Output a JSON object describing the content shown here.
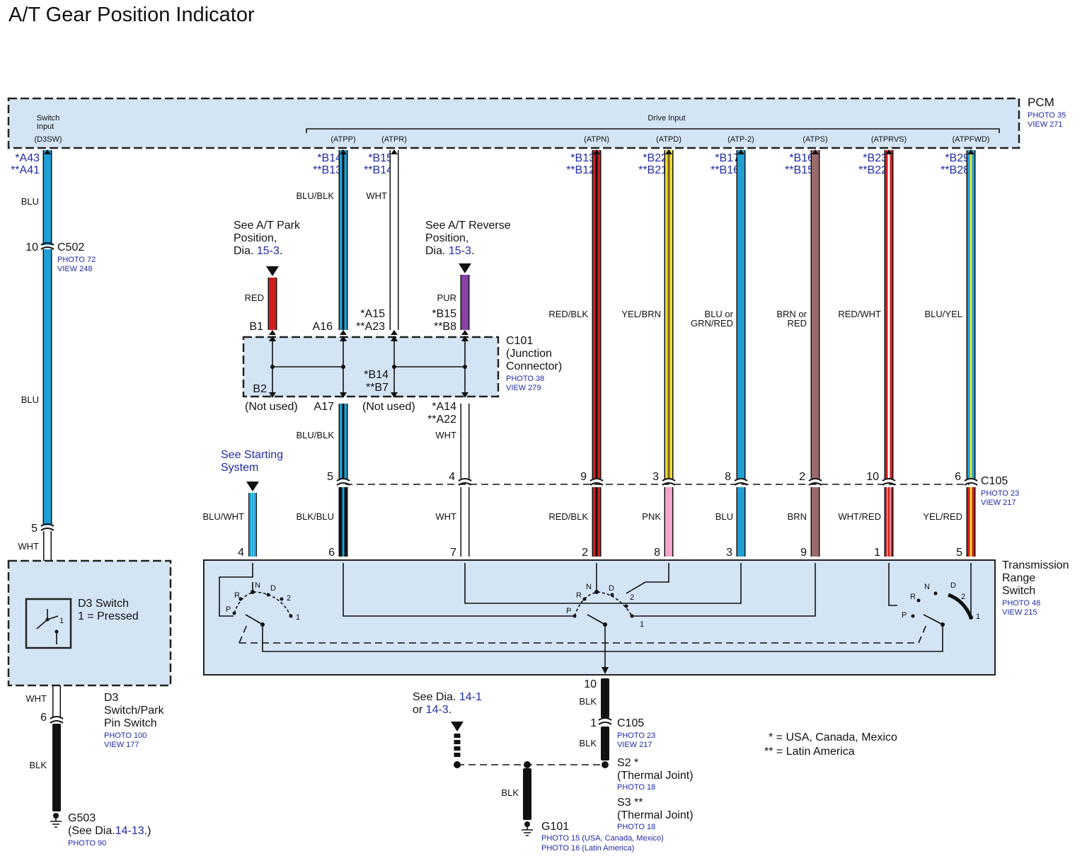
{
  "title": "A/T Gear Position Indicator",
  "pcm": {
    "name": "PCM",
    "photo": "PHOTO 35",
    "view": "VIEW 271",
    "switch_input_1": "Switch",
    "switch_input_2": "Input",
    "switch_input_code": "(D3SW)",
    "drive_input": "Drive Input",
    "pins": [
      {
        "code": "(ATPP)",
        "us": "*B14",
        "la": "**B13"
      },
      {
        "code": "(ATPR)",
        "us": "*B15",
        "la": "**B14"
      },
      {
        "code": "(ATPN)",
        "us": "*B13",
        "la": "**B12"
      },
      {
        "code": "(ATPD)",
        "us": "*B22",
        "la": "**B21"
      },
      {
        "code": "(ATP-2)",
        "us": "*B17",
        "la": "**B16"
      },
      {
        "code": "(ATPS)",
        "us": "*B16",
        "la": "**B15"
      },
      {
        "code": "(ATPRVS)",
        "us": "*B23",
        "la": "**B22"
      },
      {
        "code": "(ATPFWD)",
        "us": "*B29",
        "la": "**B28"
      }
    ],
    "d3sw_pin_us": "*A43",
    "d3sw_pin_la": "**A41"
  },
  "wire_colors": {
    "blu": "BLU",
    "wht": "WHT",
    "blk": "BLK",
    "blu_blk": "BLU/BLK",
    "red": "RED",
    "pur": "PUR",
    "red_blk": "RED/BLK",
    "yel_brn": "YEL/BRN",
    "blu_or_1": "BLU or",
    "blu_or_2": "GRN/RED",
    "brn_or_1": "BRN or",
    "brn_or_2": "RED",
    "red_wht": "RED/WHT",
    "blu_yel": "BLU/YEL",
    "blu_wht": "BLU/WHT",
    "blk_blu": "BLK/BLU",
    "pnk": "PNK",
    "brn": "BRN",
    "wht_red": "WHT/RED",
    "yel_red": "YEL/RED"
  },
  "c502": {
    "pin_top": "10",
    "name": "C502",
    "photo": "PHOTO 72",
    "view": "VIEW 248",
    "pin_bottom": "5"
  },
  "ref_park": {
    "l1": "See A/T Park",
    "l2": "Position,",
    "l3a": "Dia. ",
    "l3b": "15-3",
    "l3c": "."
  },
  "ref_reverse": {
    "l1": "See A/T Reverse",
    "l2": "Position,",
    "l3a": "Dia. ",
    "l3b": "15-3",
    "l3c": "."
  },
  "ref_starting": {
    "l1": "See Starting",
    "l2": "System"
  },
  "c101": {
    "name": "C101",
    "l2": "(Junction",
    "l3": "Connector)",
    "photo": "PHOTO 38",
    "view": "VIEW 279",
    "b1": "B1",
    "a16": "A16",
    "a15_us": "*A15",
    "a23_la": "**A23",
    "b15_us": "*B15",
    "b8_la": "**B8",
    "b2": "B2",
    "b14_us": "*B14",
    "b7_la": "**B7",
    "not_used": "(Not used)",
    "a17": "A17",
    "a14_us": "*A14",
    "a22_la": "**A22"
  },
  "c105": {
    "name": "C105",
    "photo": "PHOTO 23",
    "view": "VIEW 217",
    "pins": [
      "5",
      "4",
      "9",
      "3",
      "8",
      "2",
      "10",
      "6"
    ],
    "bottom_pin_top": "10",
    "bottom_pin_bottom": "1"
  },
  "trs": {
    "name_1": "Transmission",
    "name_2": "Range",
    "name_3": "Switch",
    "photo": "PHOTO 48",
    "view": "VIEW 215",
    "pins": [
      "4",
      "6",
      "7",
      "2",
      "8",
      "3",
      "9",
      "1",
      "5"
    ],
    "pos": {
      "p": "P",
      "r": "R",
      "n": "N",
      "d": "D",
      "two": "2",
      "one": "1"
    }
  },
  "d3": {
    "switch_l1": "D3 Switch",
    "switch_l2": "1 = Pressed",
    "contact": "1",
    "name_1": "D3",
    "name_2": "Switch/Park",
    "name_3": "Pin Switch",
    "photo": "PHOTO 100",
    "view": "VIEW 177",
    "pin_6": "6"
  },
  "g503": {
    "name": "G503",
    "see": "(See Dia.",
    "dia": "14-13",
    "end": ".)",
    "photo": "PHOTO 90"
  },
  "ref_dia": {
    "l1a": "See Dia. ",
    "l1b": "14-1",
    "l2a": "or ",
    "l2b": "14-3",
    "l2c": "."
  },
  "s2": {
    "name": "S2 *",
    "l2": "(Thermal Joint)",
    "photo": "PHOTO 18"
  },
  "s3": {
    "name": "S3 **",
    "l2": "(Thermal Joint)",
    "photo": "PHOTO 18"
  },
  "g101": {
    "name": "G101",
    "photo_1": "PHOTO 15 (USA, Canada, Mexico)",
    "photo_2": "PHOTO 16 (Latin America)"
  },
  "legend": {
    "us": "* = USA, Canada, Mexico",
    "la": "** = Latin America"
  },
  "colors": {
    "box": "#d3e4f5",
    "blue": "#1f9fd4",
    "red": "#d01e1e",
    "purple": "#8a3fa8",
    "yellow": "#e8e030",
    "brown": "#9a6b6b",
    "pink": "#f5a3c8",
    "link": "#1f2aa8"
  }
}
